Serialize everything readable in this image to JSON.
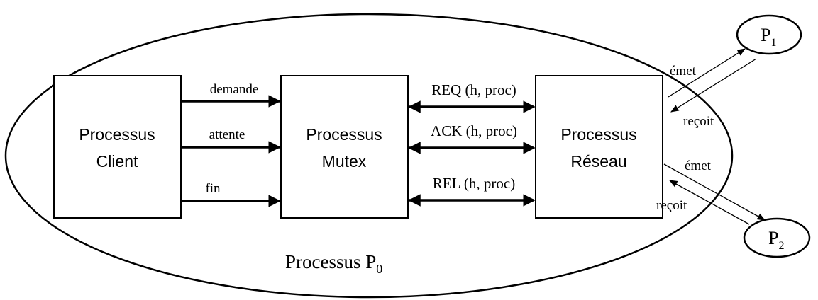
{
  "outer_process": {
    "label": "Processus P",
    "subscript": "0"
  },
  "boxes": {
    "client": {
      "line1": "Processus",
      "line2": "Client"
    },
    "mutex": {
      "line1": "Processus",
      "line2": "Mutex"
    },
    "reseau": {
      "line1": "Processus",
      "line2": "Réseau"
    }
  },
  "client_mutex_arrows": {
    "demande": "demande",
    "attente": "attente",
    "fin": "fin"
  },
  "mutex_reseau_arrows": {
    "req": "REQ (h, proc)",
    "ack": "ACK (h, proc)",
    "rel": "REL (h, proc)"
  },
  "remote": {
    "p1": {
      "label": "P",
      "subscript": "1"
    },
    "p2": {
      "label": "P",
      "subscript": "2"
    },
    "emet_1": "émet",
    "recoit_1": "reçoit",
    "emet_2": "émet",
    "recoit_2": "reçoit"
  }
}
